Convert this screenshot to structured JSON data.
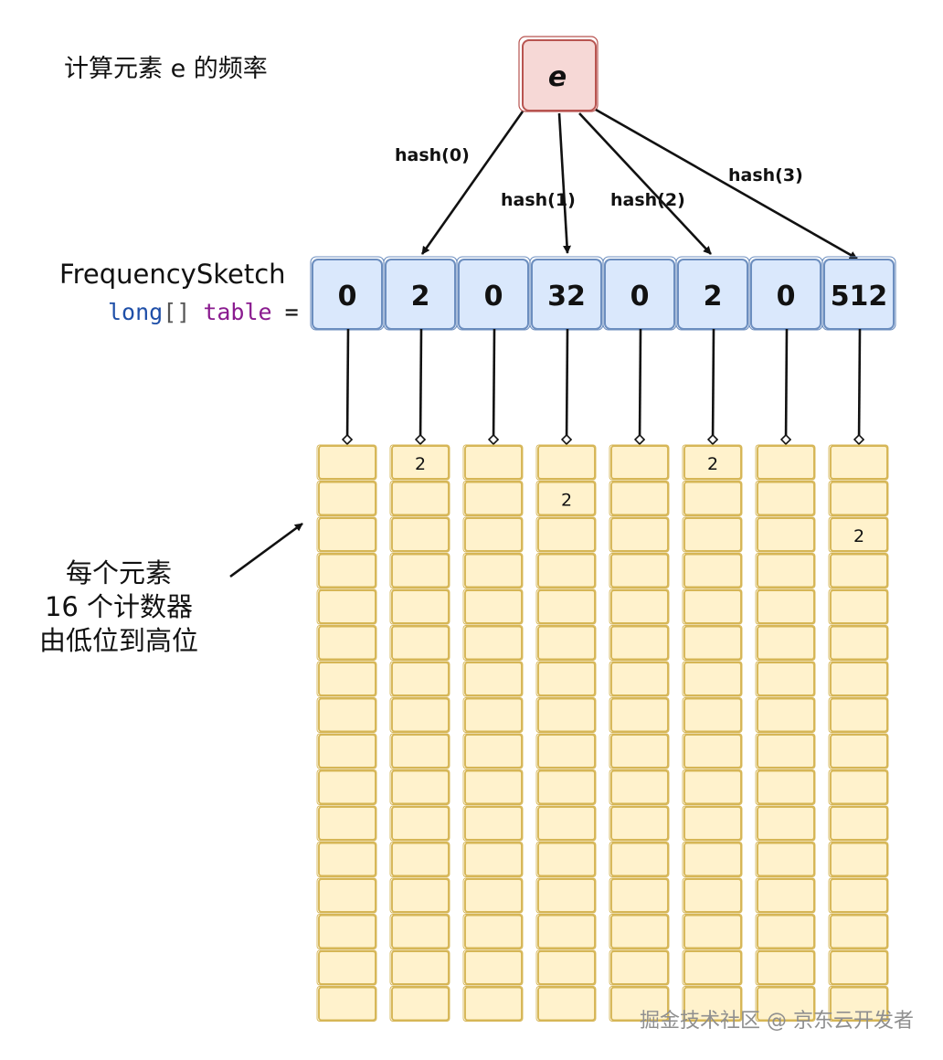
{
  "title": "计算元素 e 的频率",
  "element": {
    "label": "e",
    "fill": "#f6d8d6",
    "stroke": "#b85450"
  },
  "hash_labels": [
    "hash(0)",
    "hash(1)",
    "hash(2)",
    "hash(3)"
  ],
  "sketch": {
    "name": "FrequencySketch",
    "code": {
      "type": "long",
      "brackets": "[]",
      "variable": "table",
      "operator": "="
    },
    "table_values": [
      "0",
      "2",
      "0",
      "32",
      "0",
      "2",
      "0",
      "512"
    ],
    "cell_fill": "#dae8fc",
    "cell_stroke": "#6c8ebf"
  },
  "counters": {
    "per_element": 16,
    "fill": "#fff2cc",
    "stroke": "#d6b656",
    "nonzero": [
      {
        "column": 1,
        "slot": 0,
        "value": "2"
      },
      {
        "column": 3,
        "slot": 1,
        "value": "2"
      },
      {
        "column": 5,
        "slot": 0,
        "value": "2"
      },
      {
        "column": 7,
        "slot": 2,
        "value": "2"
      }
    ]
  },
  "note_lines": [
    "每个元素",
    "16 个计数器",
    "由低位到高位"
  ],
  "watermark": "掘金技术社区 @ 京东云开发者"
}
